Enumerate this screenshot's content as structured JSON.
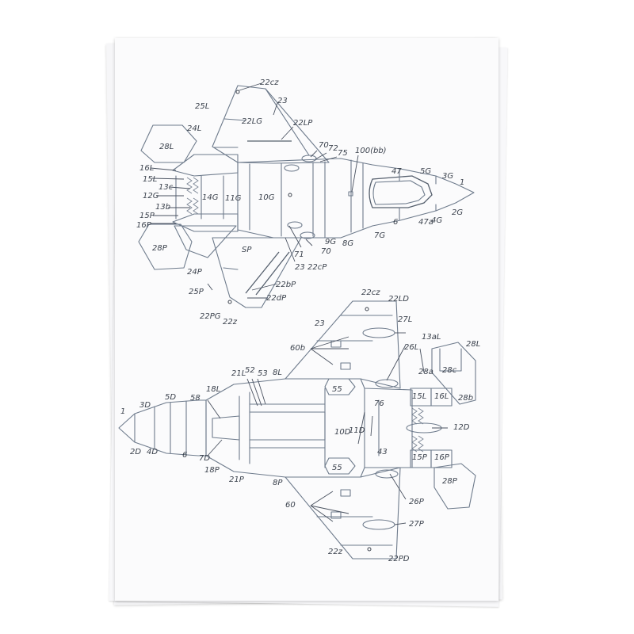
{
  "top_view_labels": [
    "22cz",
    "23",
    "25L",
    "22LG",
    "22LP",
    "24L",
    "28L",
    "70",
    "72",
    "75",
    "100(bb)",
    "16L",
    "15L",
    "13c",
    "14G",
    "11G",
    "10G",
    "47",
    "5G",
    "3G",
    "1",
    "12G",
    "2G",
    "13b",
    "15P",
    "16P",
    "6",
    "47a",
    "4G",
    "9G",
    "8G",
    "7G",
    "28P",
    "SP",
    "71",
    "70",
    "23",
    "22cP",
    "24P",
    "22bP",
    "25P",
    "22dP",
    "22PG",
    "22z"
  ],
  "bottom_view_labels": [
    "22cz",
    "22LD",
    "23",
    "27L",
    "13aL",
    "28L",
    "60b",
    "26L",
    "28a",
    "28c",
    "21L",
    "52",
    "53",
    "8L",
    "18L",
    "55",
    "15L",
    "16L",
    "28b",
    "1",
    "3D",
    "5D",
    "58",
    "76",
    "10D",
    "11D",
    "12D",
    "2D",
    "4D",
    "6",
    "7D",
    "43",
    "15P",
    "16P",
    "18P",
    "21P",
    "55",
    "8P",
    "28P",
    "26P",
    "60",
    "27P",
    "22z",
    "22PD"
  ]
}
